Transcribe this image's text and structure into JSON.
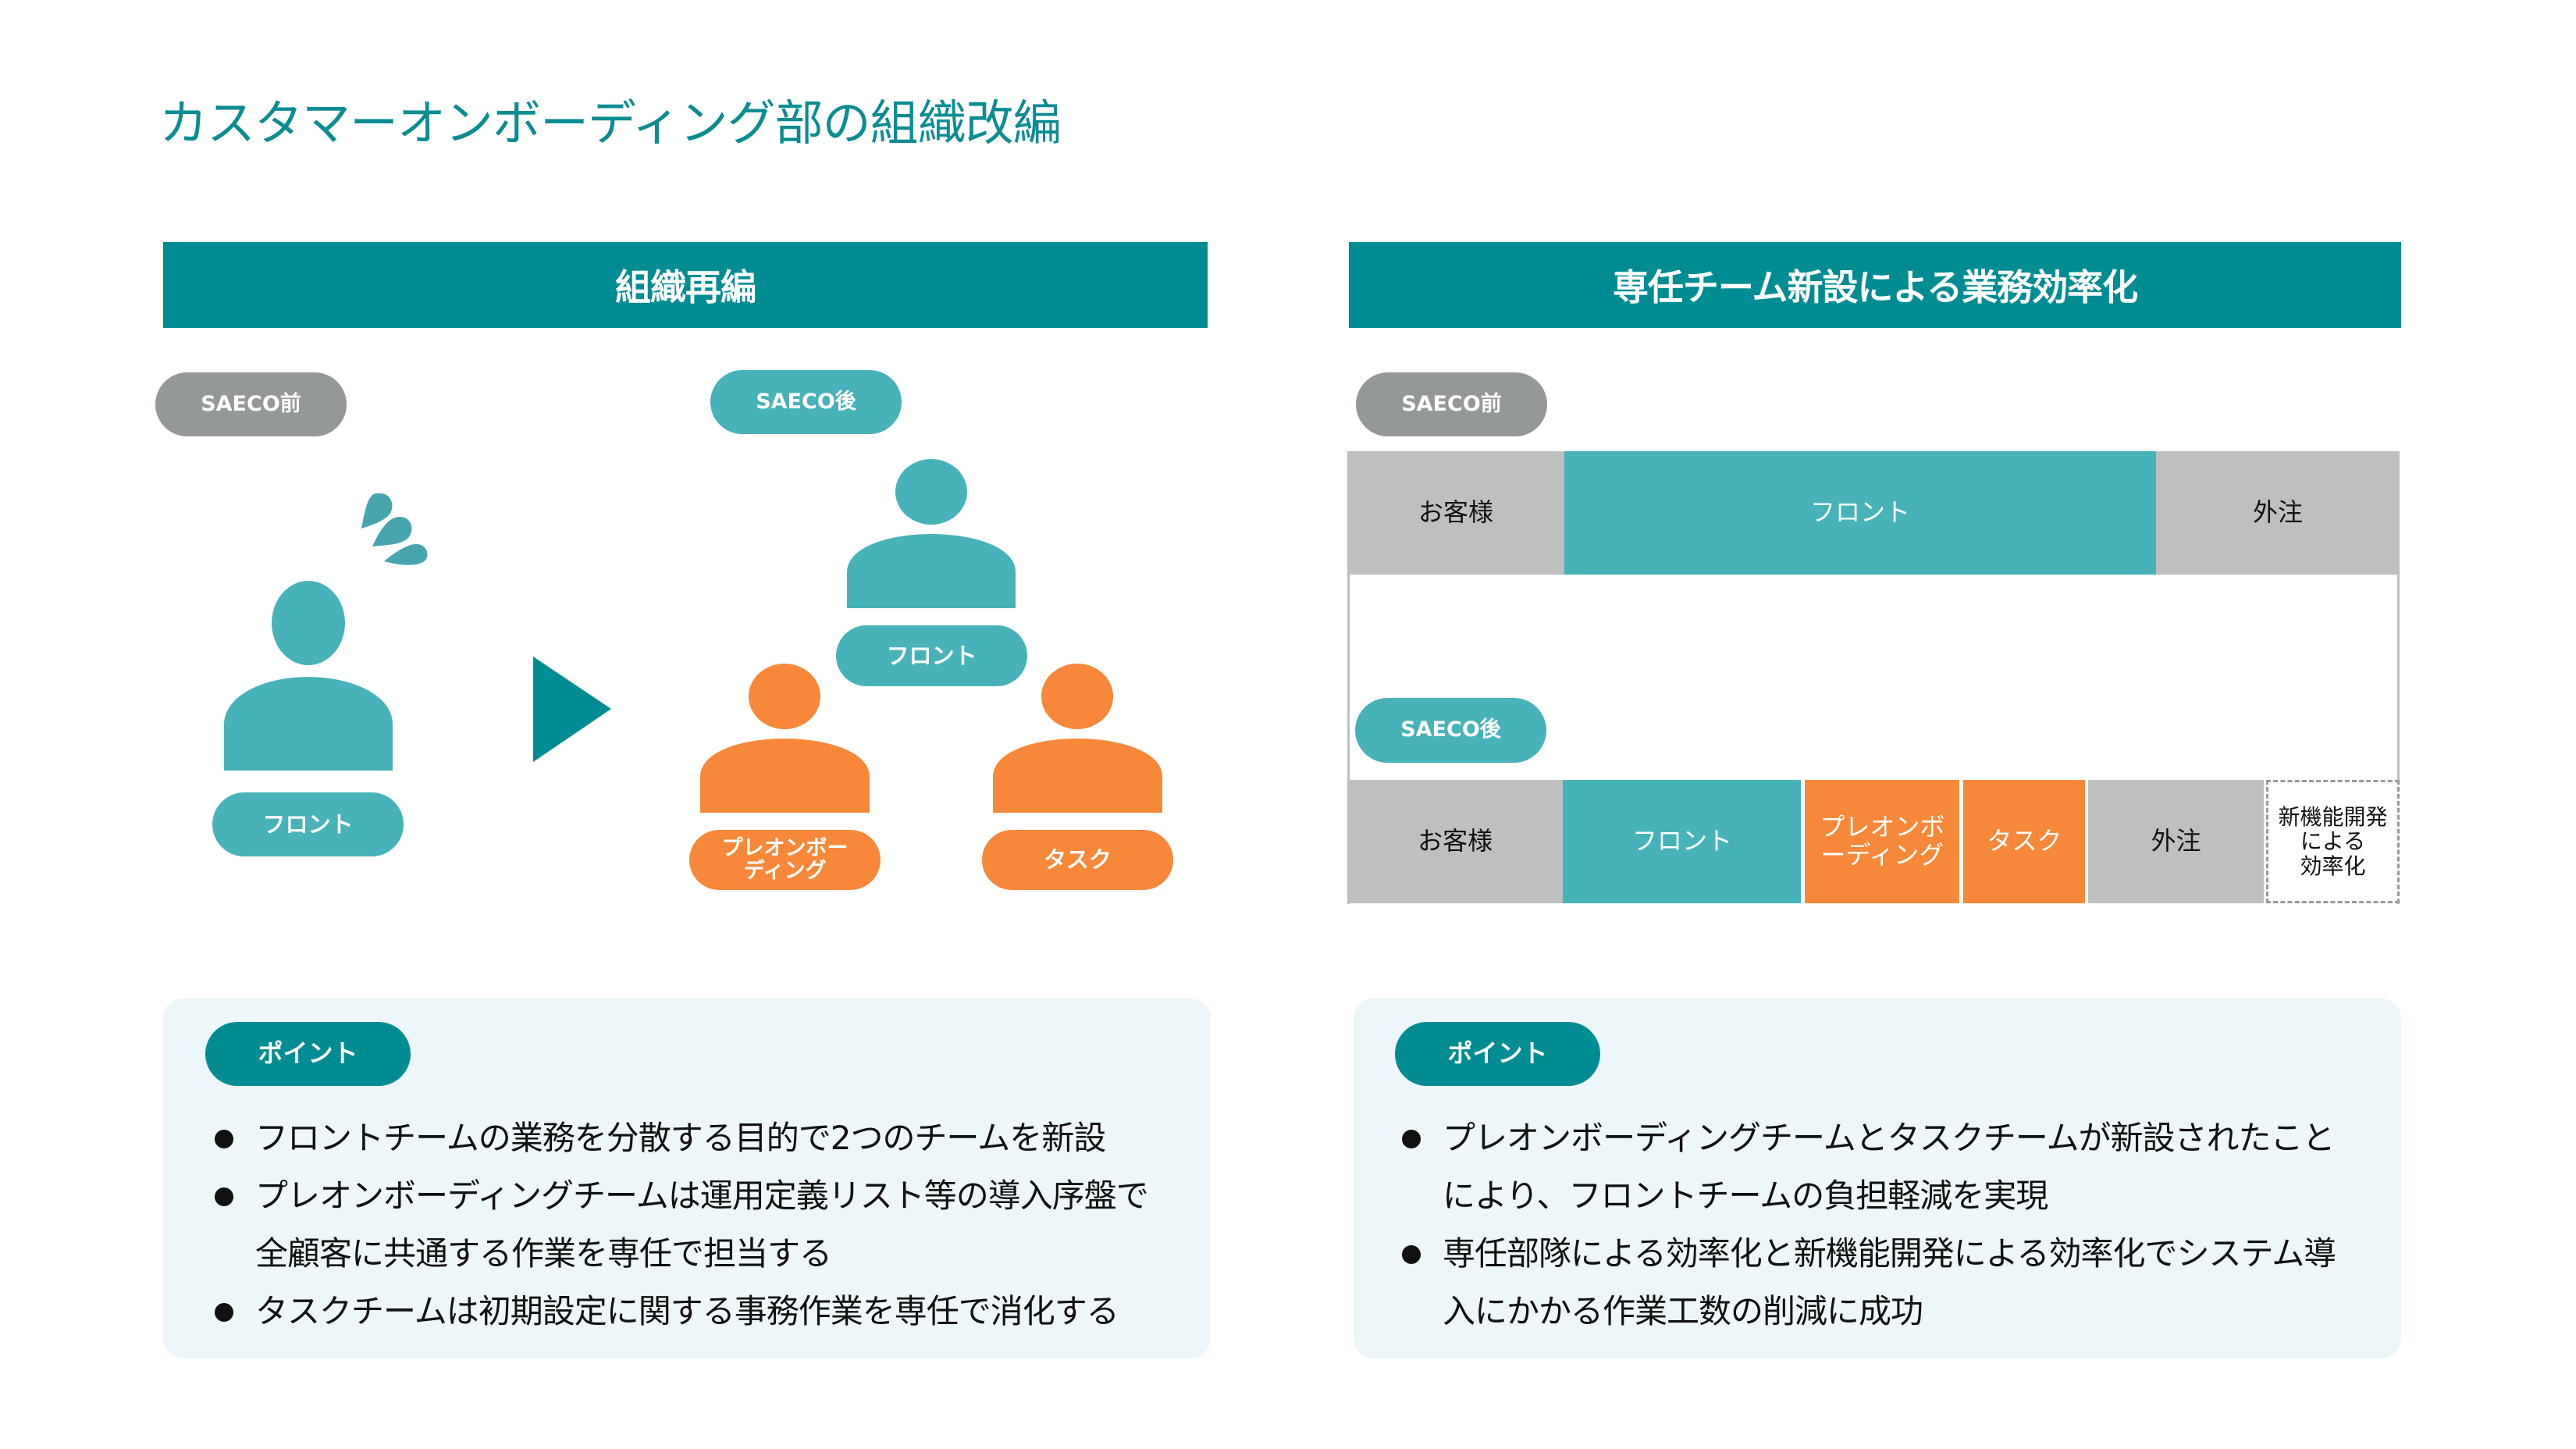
{
  "title": "カスタマーオンボーディング部の組織改編",
  "colors": {
    "primary": "#018c93",
    "teal": "#47b2ba",
    "orange": "#f7883a",
    "gray": "#959898",
    "light_gray": "#bfbfbf",
    "point_bg": "#edf6f8"
  },
  "left_section": {
    "header": "組織再編",
    "before_tag": "SAECO前",
    "after_tag": "SAECO後",
    "before_member": "フロント",
    "after_members": {
      "front": "フロント",
      "preonboarding": "プレオンボー\nディング",
      "task": "タスク"
    },
    "point_label": "ポイント",
    "points": [
      "フロントチームの業務を分散する目的で2つのチームを新設",
      "プレオンボーディングチームは運用定義リスト等の導入序盤で\n全顧客に共通する作業を専任で担当する",
      "タスクチームは初期設定に関する事務作業を専任で消化する"
    ]
  },
  "right_section": {
    "header": "専任チーム新設による業務効率化",
    "before_tag": "SAECO前",
    "after_tag": "SAECO後",
    "before_bar": [
      "お客様",
      "フロント",
      "外注"
    ],
    "after_bar": [
      "お客様",
      "フロント",
      "プレオンボ\nーディング",
      "タスク",
      "外注",
      "新機能開発\nによる\n効率化"
    ],
    "point_label": "ポイント",
    "points": [
      "プレオンボーディングチームとタスクチームが新設されたこと\nにより、フロントチームの負担軽減を実現",
      "専任部隊による効率化と新機能開発による効率化でシステム導\n入にかかる作業工数の削減に成功"
    ]
  }
}
